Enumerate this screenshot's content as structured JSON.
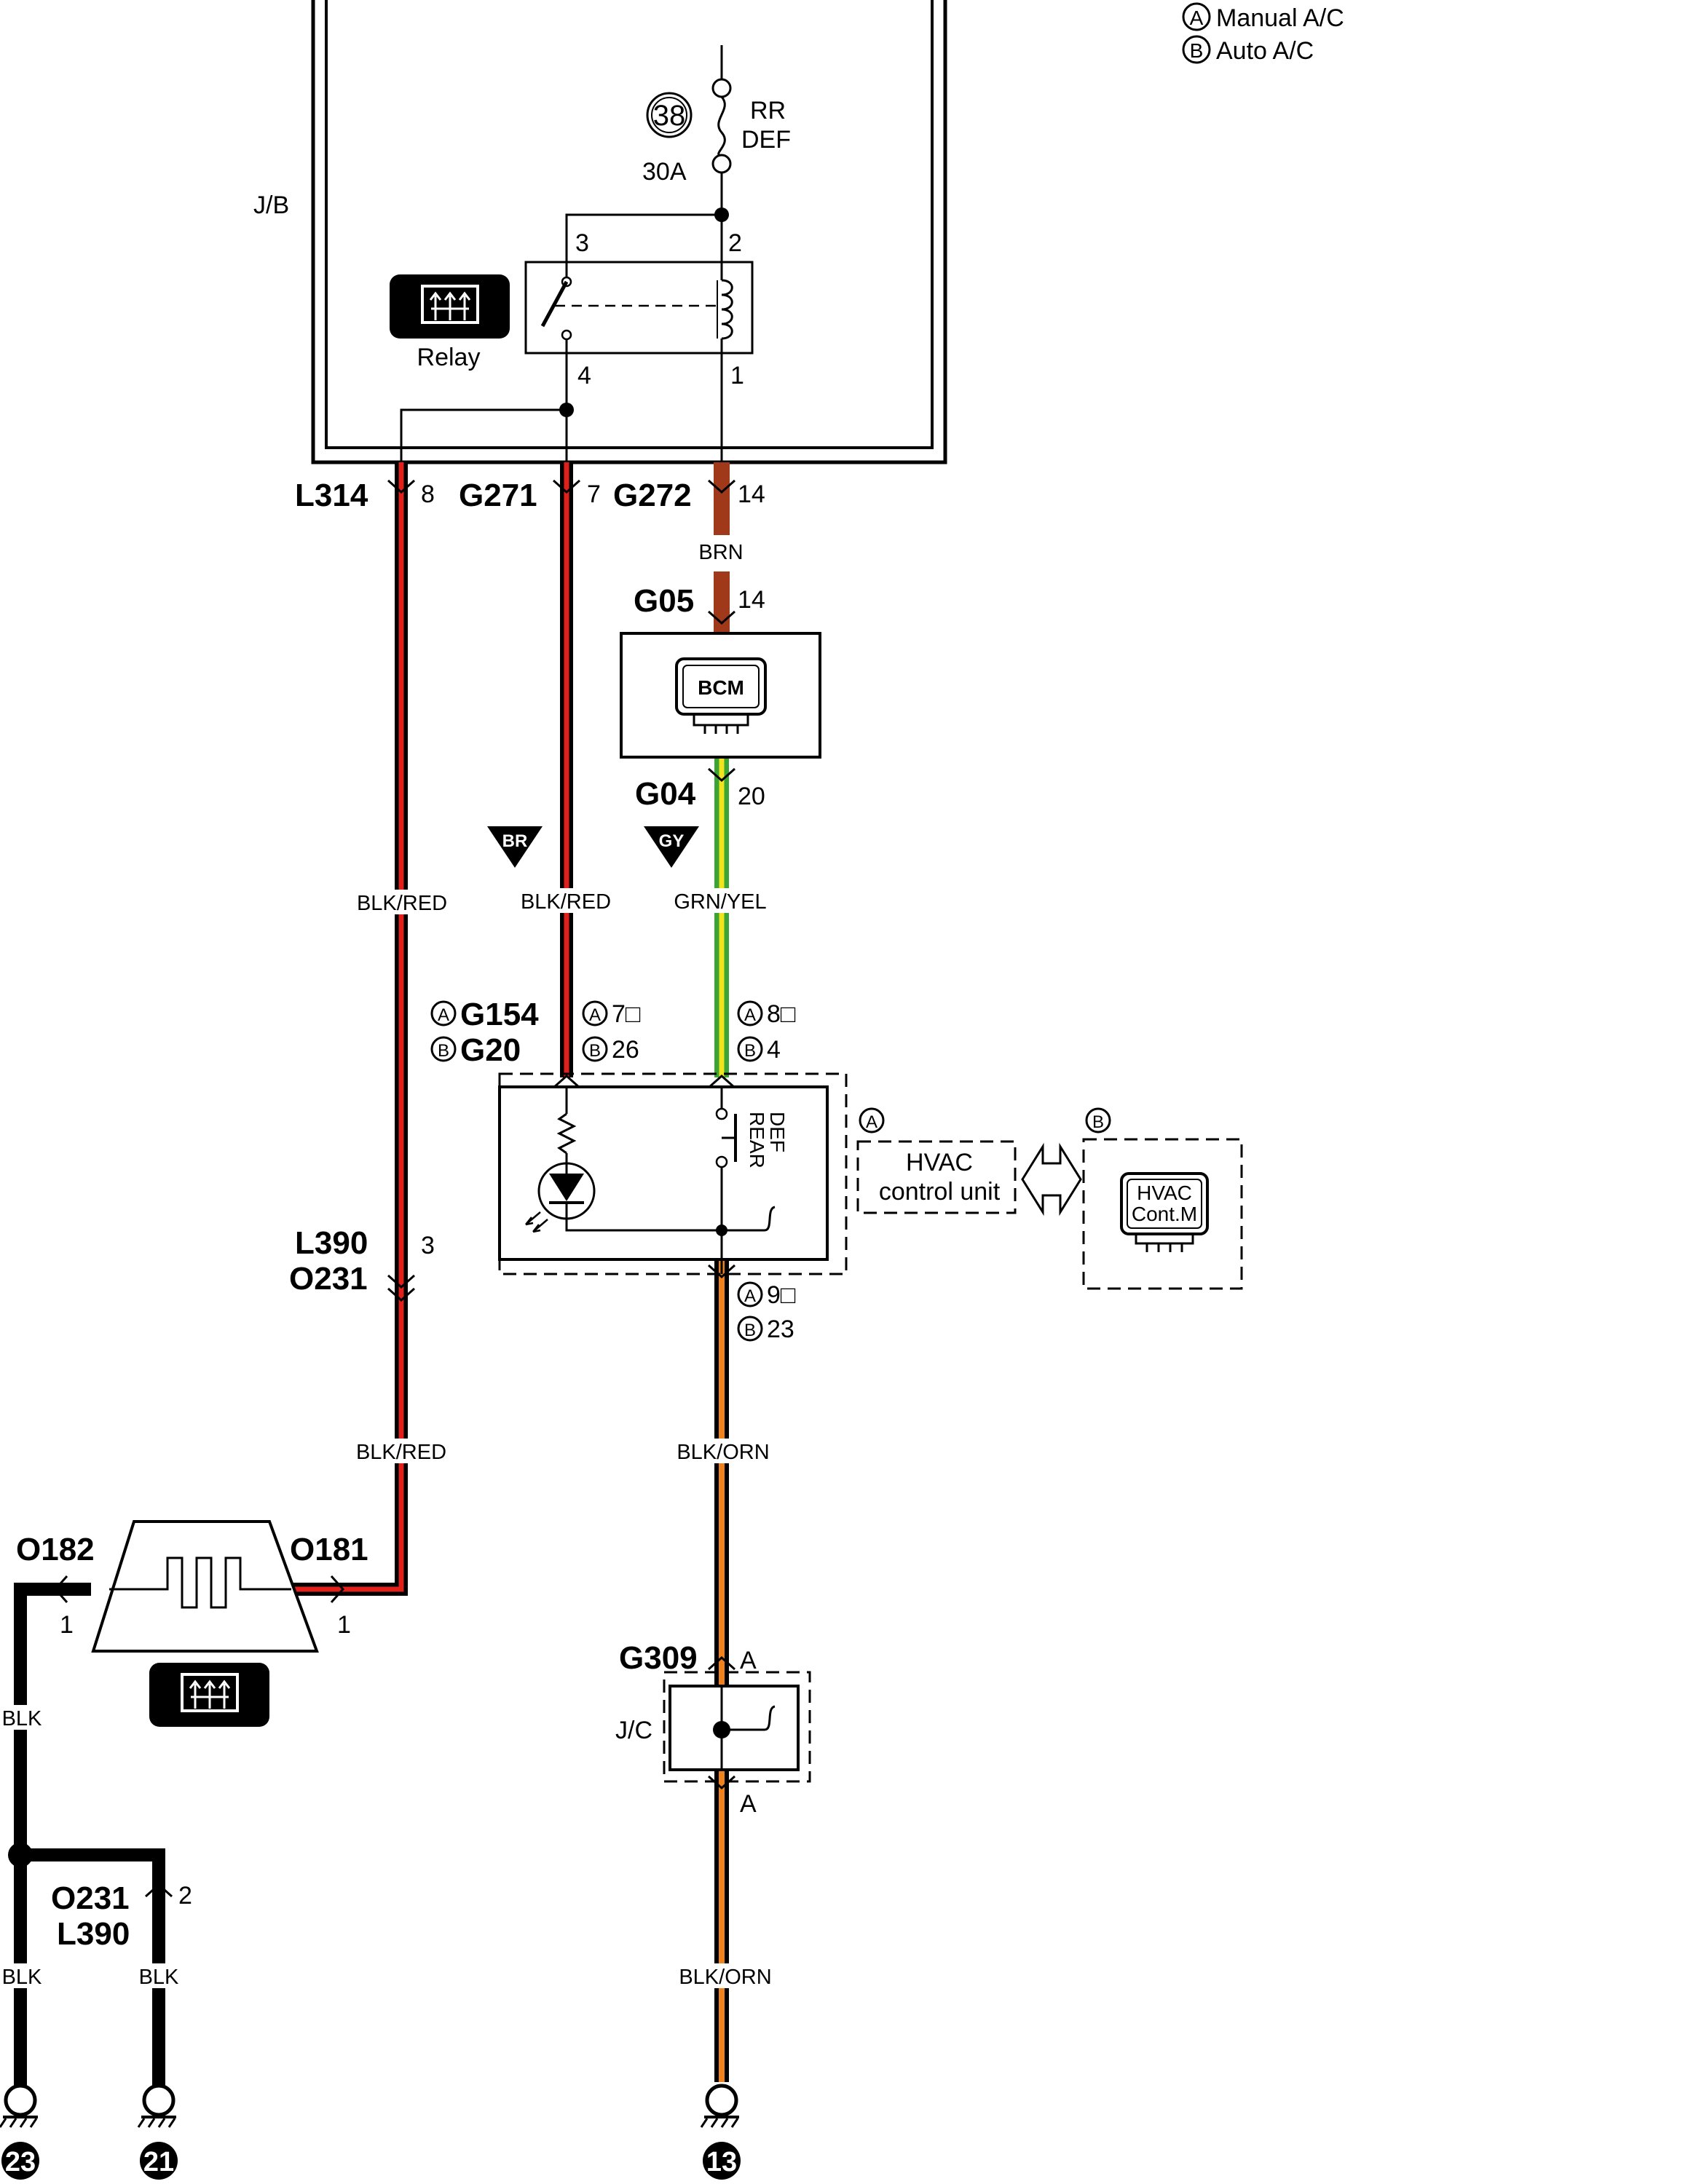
{
  "legend": {
    "a_letter": "A",
    "a_text": "Manual A/C",
    "b_letter": "B",
    "b_text": "Auto A/C"
  },
  "junction_box": {
    "label": "J/B",
    "fuse_number": "38",
    "fuse_name_1": "RR",
    "fuse_name_2": "DEF",
    "fuse_rating": "30A",
    "relay_label": "Relay",
    "relay_pins": [
      "3",
      "2",
      "4",
      "1"
    ]
  },
  "connectors": {
    "l314": "L314",
    "l314_pin": "8",
    "g271": "G271",
    "g271_pin": "7",
    "g272": "G272",
    "g272_pin": "14",
    "g05": "G05",
    "g05_pin": "14",
    "g04": "G04",
    "g04_pin": "20",
    "g154": "G154",
    "g20": "G20",
    "pin_a7": "7□",
    "pin_b26": "26",
    "pin_a8": "8□",
    "pin_b4": "4",
    "pin_a9": "9□",
    "pin_b23": "23",
    "l390": "L390",
    "o231": "O231",
    "l390_pin": "3",
    "o182": "O182",
    "o182_pin": "1",
    "o181": "O181",
    "o181_pin": "1",
    "o231_b": "O231",
    "l390_b": "L390",
    "o231_b_pin": "2",
    "g309": "G309",
    "g309_pin_top": "A",
    "g309_pin_bottom": "A"
  },
  "modules": {
    "bcm": "BCM",
    "switch_label_1": "REAR",
    "switch_label_2": "DEF",
    "hvac_unit_1": "HVAC",
    "hvac_unit_2": "control unit",
    "hvac_cont_1": "HVAC",
    "hvac_cont_2": "Cont.M",
    "jc": "J/C"
  },
  "wires": {
    "brn": "BRN",
    "blk_red_1": "BLK/RED",
    "blk_red_2": "BLK/RED",
    "blk_red_3": "BLK/RED",
    "grn_yel": "GRN/YEL",
    "blk_orn_1": "BLK/ORN",
    "blk_orn_2": "BLK/ORN",
    "blk_1": "BLK",
    "blk_2": "BLK",
    "blk_3": "BLK"
  },
  "grounds": {
    "g23": "23",
    "g21": "21",
    "g13": "13",
    "br": "BR",
    "gy": "GY"
  },
  "colors": {
    "brown": "#a0391a",
    "red": "#e0201b",
    "black": "#000000",
    "green": "#3aa535",
    "yellow": "#f0e41c",
    "orange": "#f0821e"
  }
}
